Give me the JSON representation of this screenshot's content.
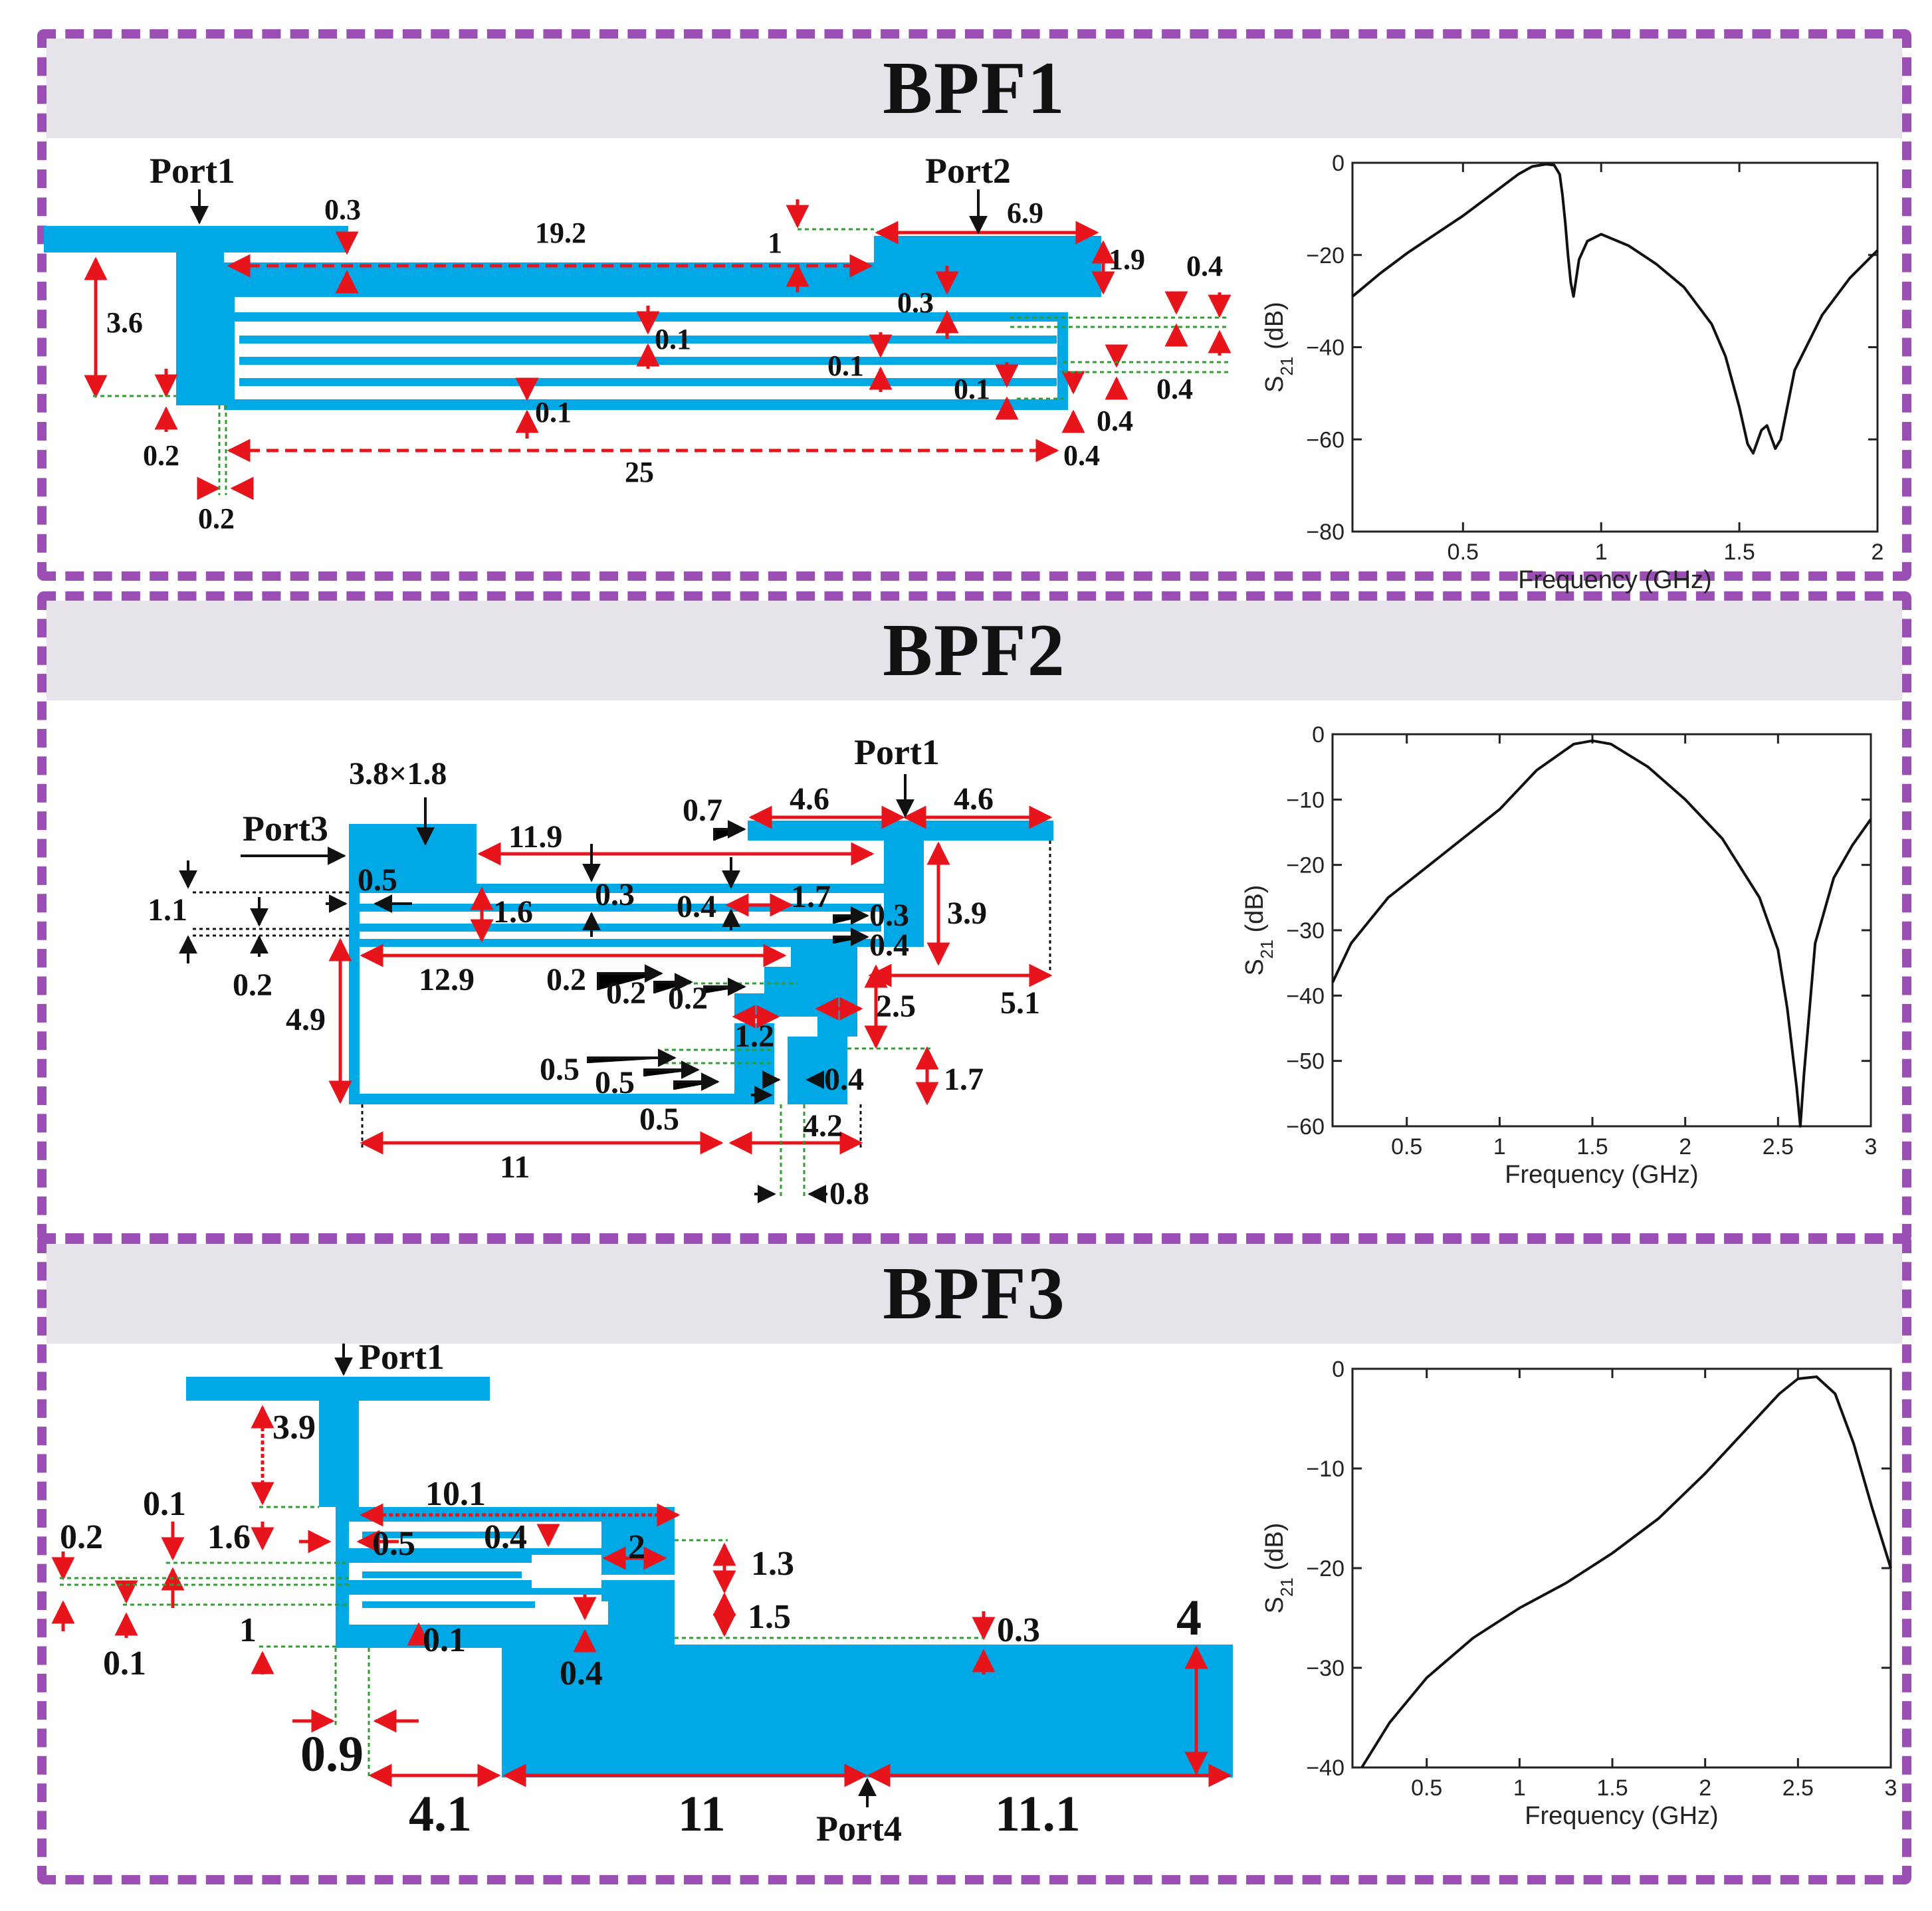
{
  "colors": {
    "frame": "#9b4fb5",
    "header_bg": "#e6e4ea",
    "microstrip": "#00a8e6",
    "dimension": "#e8141c",
    "guide": "#2f9e2f",
    "curve": "#111111"
  },
  "panels": [
    {
      "title": "BPF1",
      "ports": [
        "Port1",
        "Port2"
      ],
      "dims": {
        "d_0_3": "0.3",
        "d_19_2": "19.2",
        "d_1": "1",
        "d_6_9": "6.9",
        "d_1_9": "1.9",
        "d_0_4a": "0.4",
        "d_3_6": "3.6",
        "d_0_3b": "0.3",
        "d_0_1a": "0.1",
        "d_0_1b": "0.1",
        "d_0_1c": "0.1",
        "d_0_4b": "0.4",
        "d_0_4c": "0.4",
        "d_0_4d": "0.4",
        "d_0_1d": "0.1",
        "d_0_2a": "0.2",
        "d_25": "25",
        "d_0_2b": "0.2"
      }
    },
    {
      "title": "BPF2",
      "ports": [
        "Port3",
        "Port1"
      ],
      "dims": {
        "d_3_8x1_8": "3.8×1.8",
        "d_0_7": "0.7",
        "d_4_6a": "4.6",
        "d_4_6b": "4.6",
        "d_11_9": "11.9",
        "d_0_5a": "0.5",
        "d_0_3a": "0.3",
        "d_1_1": "1.1",
        "d_1_6": "1.6",
        "d_0_4a": "0.4",
        "d_1_7a": "1.7",
        "d_0_3b": "0.3",
        "d_3_9": "3.9",
        "d_0_4b": "0.4",
        "d_0_2a": "0.2",
        "d_12_9": "12.9",
        "d_0_2b": "0.2",
        "d_0_2c": "0.2",
        "d_0_2d": "0.2",
        "d_2_5": "2.5",
        "d_5_1": "5.1",
        "d_4_9": "4.9",
        "d_1_2": "1.2",
        "d_0_5b": "0.5",
        "d_0_5c": "0.5",
        "d_0_4c": "0.4",
        "d_1_7b": "1.7",
        "d_0_5d": "0.5",
        "d_4_2": "4.2",
        "d_11": "11",
        "d_0_8": "0.8"
      }
    },
    {
      "title": "BPF3",
      "ports": [
        "Port1",
        "Port4"
      ],
      "dims": {
        "d_3_9": "3.9",
        "d_10_1": "10.1",
        "d_0_1a": "0.1",
        "d_0_2": "0.2",
        "d_1_6": "1.6",
        "d_0_5": "0.5",
        "d_0_4a": "0.4",
        "d_2": "2",
        "d_1_3": "1.3",
        "d_1_5": "1.5",
        "d_0_3": "0.3",
        "d_4": "4",
        "d_0_1b": "0.1",
        "d_1": "1",
        "d_0_1c": "0.1",
        "d_0_4b": "0.4",
        "d_0_9": "0.9",
        "d_4_1": "4.1",
        "d_11": "11",
        "d_11_1": "11.1"
      }
    }
  ],
  "chart_data": [
    {
      "type": "line",
      "ylabel_main": "S",
      "ylabel_sub": "21",
      "ylabel_unit": " (dB)",
      "xlabel": "Frequency (GHz)",
      "xlim": [
        0.1,
        2
      ],
      "ylim": [
        -80,
        0
      ],
      "xticks": [
        0.5,
        1,
        1.5,
        2
      ],
      "yticks": [
        0,
        -20,
        -40,
        -60,
        -80
      ],
      "x": [
        0.1,
        0.2,
        0.3,
        0.4,
        0.5,
        0.6,
        0.7,
        0.75,
        0.8,
        0.83,
        0.85,
        0.86,
        0.87,
        0.88,
        0.89,
        0.9,
        0.92,
        0.95,
        1.0,
        1.1,
        1.2,
        1.3,
        1.4,
        1.45,
        1.5,
        1.53,
        1.55,
        1.58,
        1.6,
        1.63,
        1.65,
        1.7,
        1.8,
        1.9,
        2.0
      ],
      "y": [
        -29,
        -24,
        -19.5,
        -15.5,
        -11.5,
        -7,
        -2.5,
        -0.8,
        -0.3,
        -0.5,
        -2.5,
        -7,
        -13,
        -20,
        -26,
        -29,
        -21,
        -17,
        -15.5,
        -18,
        -22,
        -27,
        -35,
        -42,
        -53,
        -61,
        -63,
        -58,
        -57,
        -62,
        -60,
        -45,
        -33,
        -25,
        -19
      ]
    },
    {
      "type": "line",
      "ylabel_main": "S",
      "ylabel_sub": "21",
      "ylabel_unit": " (dB)",
      "xlabel": "Frequency (GHz)",
      "xlim": [
        0.1,
        3
      ],
      "ylim": [
        -60,
        0
      ],
      "xticks": [
        0.5,
        1,
        1.5,
        2,
        2.5,
        3
      ],
      "yticks": [
        0,
        -10,
        -20,
        -30,
        -40,
        -50,
        -60
      ],
      "x": [
        0.1,
        0.2,
        0.4,
        0.6,
        0.8,
        1.0,
        1.2,
        1.4,
        1.5,
        1.6,
        1.8,
        2.0,
        2.2,
        2.4,
        2.5,
        2.55,
        2.6,
        2.62,
        2.64,
        2.7,
        2.8,
        2.9,
        3.0
      ],
      "y": [
        -38,
        -32,
        -25,
        -20.5,
        -16,
        -11.5,
        -5.5,
        -1.5,
        -1,
        -1.5,
        -5,
        -10,
        -16,
        -25,
        -33,
        -42,
        -54,
        -60,
        -52,
        -32,
        -22,
        -17,
        -13
      ]
    },
    {
      "type": "line",
      "ylabel_main": "S",
      "ylabel_sub": "21",
      "ylabel_unit": " (dB)",
      "xlabel": "Frequency (GHz)",
      "xlim": [
        0.1,
        3
      ],
      "ylim": [
        -40,
        0
      ],
      "xticks": [
        0.5,
        1,
        1.5,
        2,
        2.5,
        3
      ],
      "yticks": [
        0,
        -10,
        -20,
        -30,
        -40
      ],
      "x": [
        0.15,
        0.3,
        0.5,
        0.75,
        1.0,
        1.25,
        1.5,
        1.75,
        2.0,
        2.2,
        2.4,
        2.5,
        2.6,
        2.7,
        2.8,
        2.9,
        3.0
      ],
      "y": [
        -40,
        -35.5,
        -31,
        -27,
        -24,
        -21.5,
        -18.5,
        -15,
        -10.5,
        -6.5,
        -2.5,
        -1,
        -0.8,
        -2.5,
        -7.5,
        -14,
        -20
      ]
    }
  ]
}
